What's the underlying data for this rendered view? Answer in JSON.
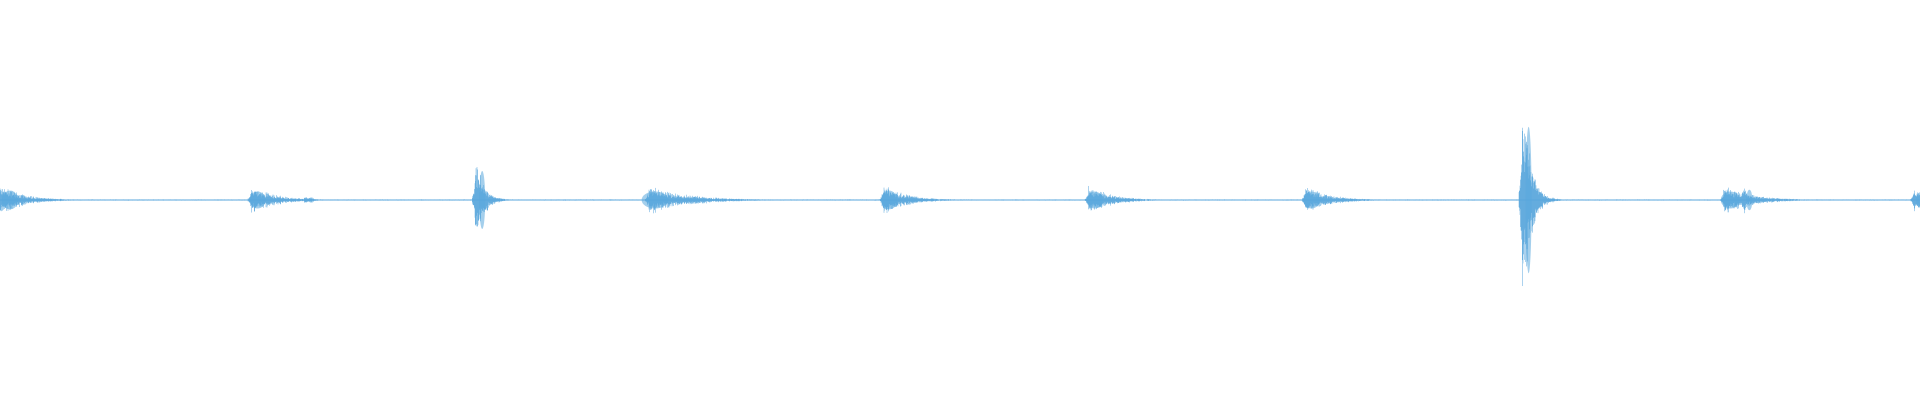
{
  "waveform": {
    "color": "#5aa7dc",
    "background": "#ffffff",
    "baseline_amplitude": 0.003,
    "events": [
      {
        "position": 0.0,
        "peak": 0.11,
        "decay": 0.012
      },
      {
        "position": 0.131,
        "peak": 0.1,
        "decay": 0.012
      },
      {
        "position": 0.159,
        "peak": 0.03,
        "decay": 0.004
      },
      {
        "position": 0.248,
        "peak": 0.34,
        "decay": 0.004
      },
      {
        "position": 0.338,
        "peak": 0.1,
        "decay": 0.02
      },
      {
        "position": 0.46,
        "peak": 0.11,
        "decay": 0.012
      },
      {
        "position": 0.567,
        "peak": 0.1,
        "decay": 0.012
      },
      {
        "position": 0.68,
        "peak": 0.1,
        "decay": 0.012
      },
      {
        "position": 0.793,
        "peak": 0.86,
        "decay": 0.004
      },
      {
        "position": 0.898,
        "peak": 0.1,
        "decay": 0.014
      },
      {
        "position": 0.908,
        "peak": 0.12,
        "decay": 0.002
      },
      {
        "position": 0.997,
        "peak": 0.09,
        "decay": 0.006
      }
    ]
  }
}
